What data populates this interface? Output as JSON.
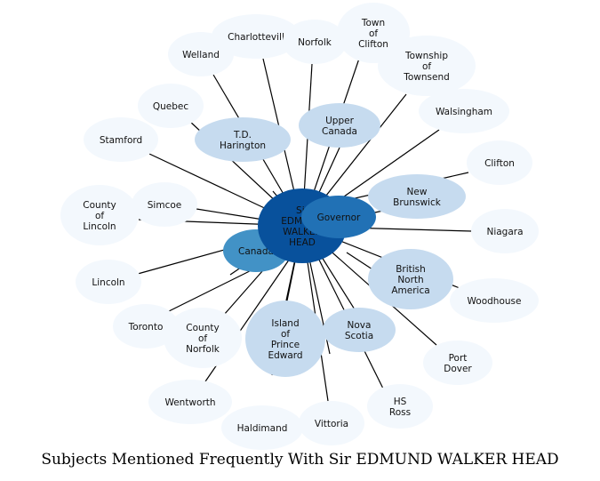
{
  "caption": "Subjects Mentioned Frequently With Sir EDMUND WALKER HEAD",
  "colors": {
    "edge": "#000000",
    "center": "#08519c",
    "strong": "#2171b5",
    "medium": "#4292c6",
    "light": "#c6dbef",
    "faint": "#f3f8fd"
  },
  "nodes": {
    "center": {
      "label": [
        "Sir",
        "EDMUND",
        "WALKER",
        "HEAD"
      ]
    },
    "governor": {
      "label": [
        "Governor"
      ]
    },
    "canada": {
      "label": [
        "Canada"
      ]
    },
    "upper_canada": {
      "label": [
        "Upper",
        "Canada"
      ]
    },
    "td_harington": {
      "label": [
        "T.D.",
        "Harington"
      ]
    },
    "new_brunswick": {
      "label": [
        "New",
        "Brunswick"
      ]
    },
    "british_north_america": {
      "label": [
        "British",
        "North",
        "America"
      ]
    },
    "nova_scotia": {
      "label": [
        "Nova",
        "Scotia"
      ]
    },
    "island_pei": {
      "label": [
        "Island",
        "of",
        "Prince",
        "Edward"
      ]
    },
    "county_norfolk": {
      "label": [
        "County",
        "of",
        "Norfolk"
      ]
    },
    "simcoe": {
      "label": [
        "Simcoe"
      ]
    },
    "welland": {
      "label": [
        "Welland"
      ]
    },
    "charlottevill": {
      "label": [
        "Charlottevill"
      ]
    },
    "norfolk": {
      "label": [
        "Norfolk"
      ]
    },
    "town_clifton": {
      "label": [
        "Town",
        "of",
        "Clifton"
      ]
    },
    "township_townsend": {
      "label": [
        "Township",
        "of",
        "Townsend"
      ]
    },
    "walsingham": {
      "label": [
        "Walsingham"
      ]
    },
    "clifton": {
      "label": [
        "Clifton"
      ]
    },
    "niagara": {
      "label": [
        "Niagara"
      ]
    },
    "woodhouse": {
      "label": [
        "Woodhouse"
      ]
    },
    "port_dover": {
      "label": [
        "Port",
        "Dover"
      ]
    },
    "hs_ross": {
      "label": [
        "HS",
        "Ross"
      ]
    },
    "vittoria": {
      "label": [
        "Vittoria"
      ]
    },
    "haldimand": {
      "label": [
        "Haldimand"
      ]
    },
    "wentworth": {
      "label": [
        "Wentworth"
      ]
    },
    "toronto": {
      "label": [
        "Toronto"
      ]
    },
    "lincoln": {
      "label": [
        "Lincoln"
      ]
    },
    "county_lincoln": {
      "label": [
        "County",
        "of",
        "Lincoln"
      ]
    },
    "stamford": {
      "label": [
        "Stamford"
      ]
    },
    "quebec": {
      "label": [
        "Quebec"
      ]
    }
  }
}
